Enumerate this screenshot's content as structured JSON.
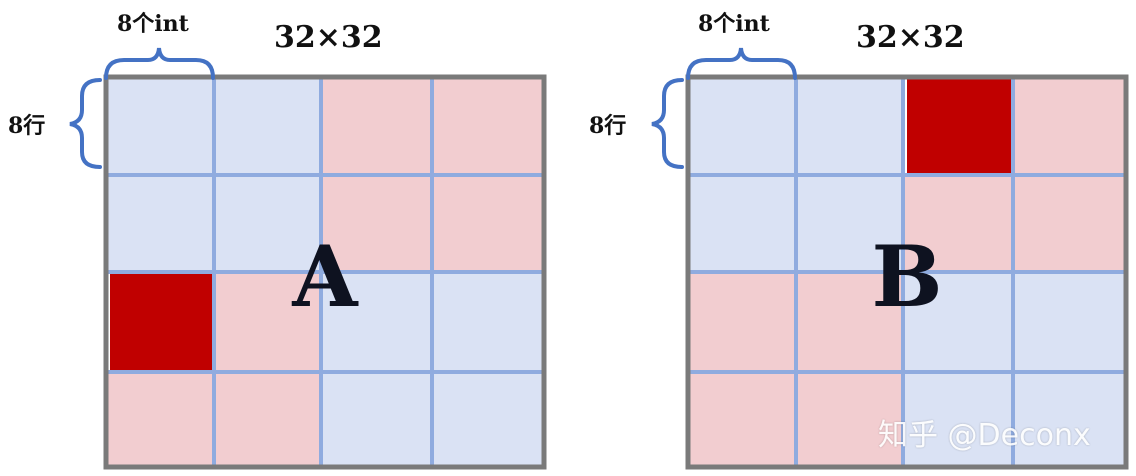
{
  "colors": {
    "blue_fill": "#dae2f4",
    "pink_fill": "#f2cdd0",
    "red_fill": "#c00000",
    "grid_line": "#8fabdf",
    "frame": "#7a7a7a",
    "brace": "#4472c4",
    "big_letter": "#0e1220"
  },
  "matrices": [
    {
      "letter": "A",
      "size_label": "32×32",
      "col_label": "8个int",
      "row_label": "8行",
      "cells": [
        [
          "blue",
          "blue",
          "pink",
          "pink"
        ],
        [
          "blue",
          "blue",
          "pink",
          "pink"
        ],
        [
          "red",
          "pink",
          "blue",
          "blue"
        ],
        [
          "pink",
          "pink",
          "blue",
          "blue"
        ]
      ]
    },
    {
      "letter": "B",
      "size_label": "32×32",
      "col_label": "8个int",
      "row_label": "8行",
      "cells": [
        [
          "blue",
          "blue",
          "red",
          "pink"
        ],
        [
          "blue",
          "blue",
          "pink",
          "pink"
        ],
        [
          "pink",
          "pink",
          "blue",
          "blue"
        ],
        [
          "pink",
          "pink",
          "blue",
          "blue"
        ]
      ]
    }
  ],
  "watermark": "知乎 @Deconx"
}
